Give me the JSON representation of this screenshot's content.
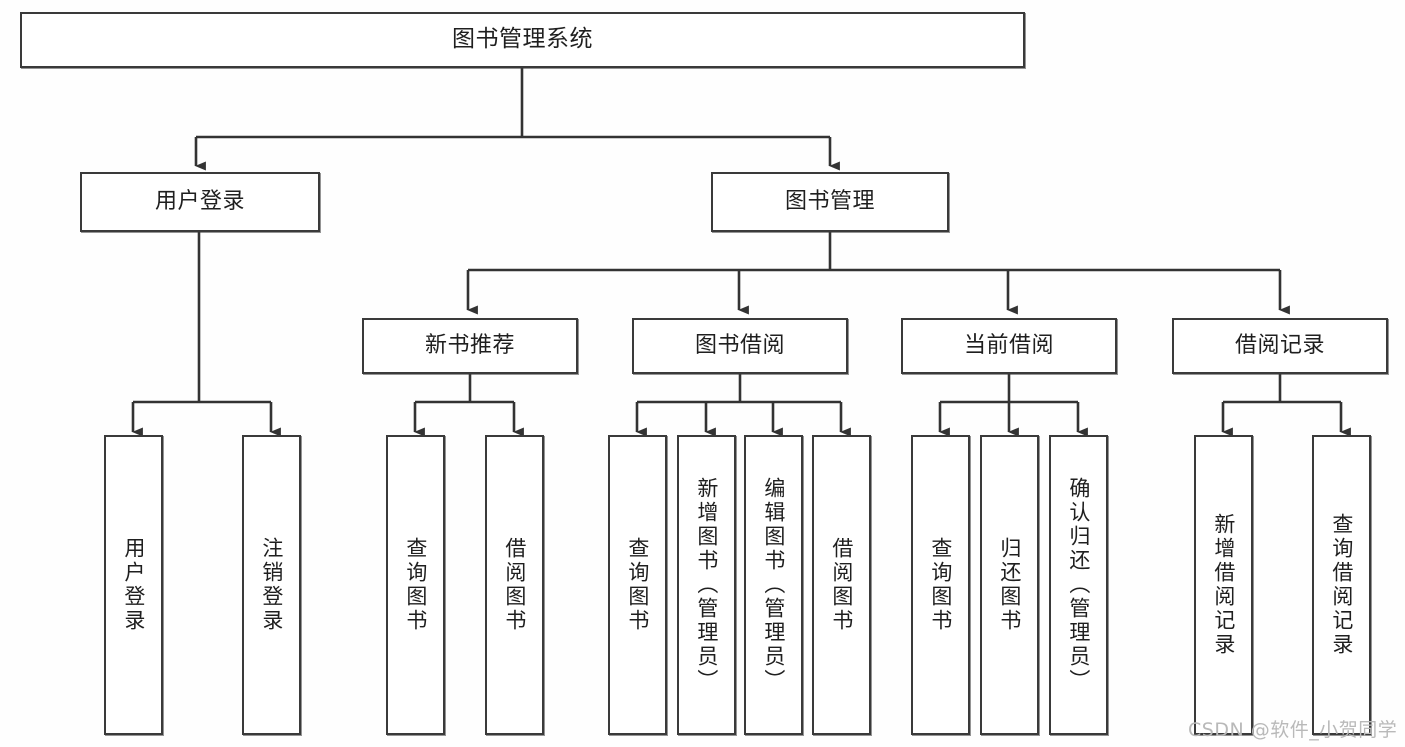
{
  "diagram": {
    "type": "tree",
    "title": "图书管理系统",
    "orientation": "top-down",
    "colors": {
      "background": "#fefefe",
      "box_fill": "#ffffff",
      "box_border": "#3a3a3a",
      "connector": "#333333",
      "text": "#1f1f1f",
      "watermark": "#b9b9b9"
    },
    "nodes": {
      "root": {
        "label": "图书管理系统",
        "level": 0,
        "text_direction": "horizontal"
      },
      "user_login": {
        "label": "用户登录",
        "level": 1,
        "text_direction": "horizontal"
      },
      "book_manage": {
        "label": "图书管理",
        "level": 1,
        "text_direction": "horizontal"
      },
      "new_book_rec": {
        "label": "新书推荐",
        "level": 2,
        "text_direction": "horizontal"
      },
      "book_borrow": {
        "label": "图书借阅",
        "level": 2,
        "text_direction": "horizontal"
      },
      "current_borrow": {
        "label": "当前借阅",
        "level": 2,
        "text_direction": "horizontal"
      },
      "borrow_record": {
        "label": "借阅记录",
        "level": 2,
        "text_direction": "horizontal"
      },
      "leaf_user_login": {
        "label": "用户登录",
        "level": 3,
        "text_direction": "vertical"
      },
      "leaf_logout": {
        "label": "注销登录",
        "level": 3,
        "text_direction": "vertical"
      },
      "leaf_query_book_a": {
        "label": "查询图书",
        "level": 3,
        "text_direction": "vertical"
      },
      "leaf_borrow_book_a": {
        "label": "借阅图书",
        "level": 3,
        "text_direction": "vertical"
      },
      "leaf_query_book_b": {
        "label": "查询图书",
        "level": 3,
        "text_direction": "vertical"
      },
      "leaf_add_book": {
        "label": "新增图书（管理员）",
        "level": 3,
        "text_direction": "vertical"
      },
      "leaf_edit_book": {
        "label": "编辑图书（管理员）",
        "level": 3,
        "text_direction": "vertical"
      },
      "leaf_borrow_book_b": {
        "label": "借阅图书",
        "level": 3,
        "text_direction": "vertical"
      },
      "leaf_query_book_c": {
        "label": "查询图书",
        "level": 3,
        "text_direction": "vertical"
      },
      "leaf_return_book": {
        "label": "归还图书",
        "level": 3,
        "text_direction": "vertical"
      },
      "leaf_confirm_return": {
        "label": "确认归还（管理员）",
        "level": 3,
        "text_direction": "vertical"
      },
      "leaf_add_record": {
        "label": "新增借阅记录",
        "level": 3,
        "text_direction": "vertical"
      },
      "leaf_query_record": {
        "label": "查询借阅记录",
        "level": 3,
        "text_direction": "vertical"
      }
    },
    "edges": [
      {
        "from": "root",
        "to": "user_login"
      },
      {
        "from": "root",
        "to": "book_manage"
      },
      {
        "from": "book_manage",
        "to": "new_book_rec"
      },
      {
        "from": "book_manage",
        "to": "book_borrow"
      },
      {
        "from": "book_manage",
        "to": "current_borrow"
      },
      {
        "from": "book_manage",
        "to": "borrow_record"
      },
      {
        "from": "user_login",
        "to": "leaf_user_login"
      },
      {
        "from": "user_login",
        "to": "leaf_logout"
      },
      {
        "from": "new_book_rec",
        "to": "leaf_query_book_a"
      },
      {
        "from": "new_book_rec",
        "to": "leaf_borrow_book_a"
      },
      {
        "from": "book_borrow",
        "to": "leaf_query_book_b"
      },
      {
        "from": "book_borrow",
        "to": "leaf_add_book"
      },
      {
        "from": "book_borrow",
        "to": "leaf_edit_book"
      },
      {
        "from": "book_borrow",
        "to": "leaf_borrow_book_b"
      },
      {
        "from": "current_borrow",
        "to": "leaf_query_book_c"
      },
      {
        "from": "current_borrow",
        "to": "leaf_return_book"
      },
      {
        "from": "current_borrow",
        "to": "leaf_confirm_return"
      },
      {
        "from": "borrow_record",
        "to": "leaf_add_record"
      },
      {
        "from": "borrow_record",
        "to": "leaf_query_record"
      }
    ]
  },
  "watermark": {
    "text": "CSDN @软件_小贺同学"
  }
}
